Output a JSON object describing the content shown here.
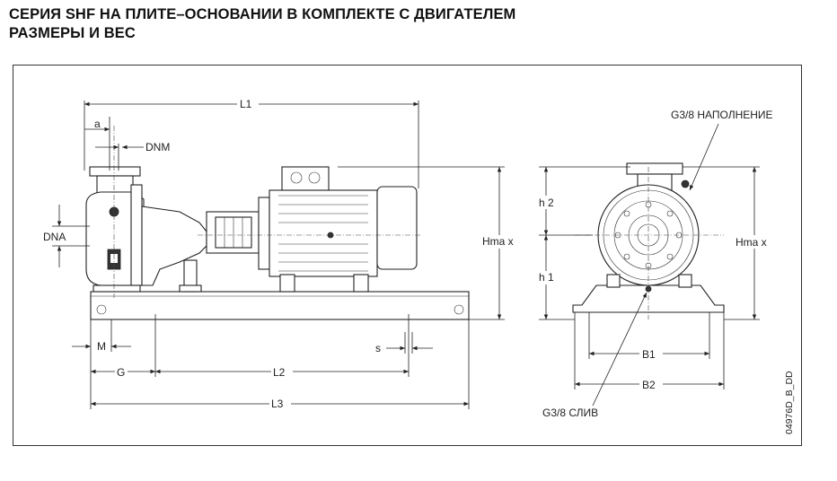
{
  "title": {
    "line1": "СЕРИЯ SHF НА ПЛИТЕ–ОСНОВАНИИ В КОМПЛЕКТЕ С ДВИГАТЕЛЕМ",
    "line2": "РАЗМЕРЫ И ВЕС"
  },
  "side_view": {
    "L1": "L1",
    "a": "a",
    "DNM": "DNM",
    "DNA": "DNA",
    "Hmax": "Hma x",
    "M": "M",
    "G": "G",
    "L2": "L2",
    "L3": "L3",
    "s": "s"
  },
  "front_view": {
    "fill": "G3/8 НАПОЛНЕНИЕ",
    "h2": "h 2",
    "h1": "h 1",
    "Hmax": "Hma x",
    "B1": "B1",
    "B2": "B2",
    "drain": "G3/8 СЛИВ"
  },
  "drawing_code": "04976D_B_DD"
}
